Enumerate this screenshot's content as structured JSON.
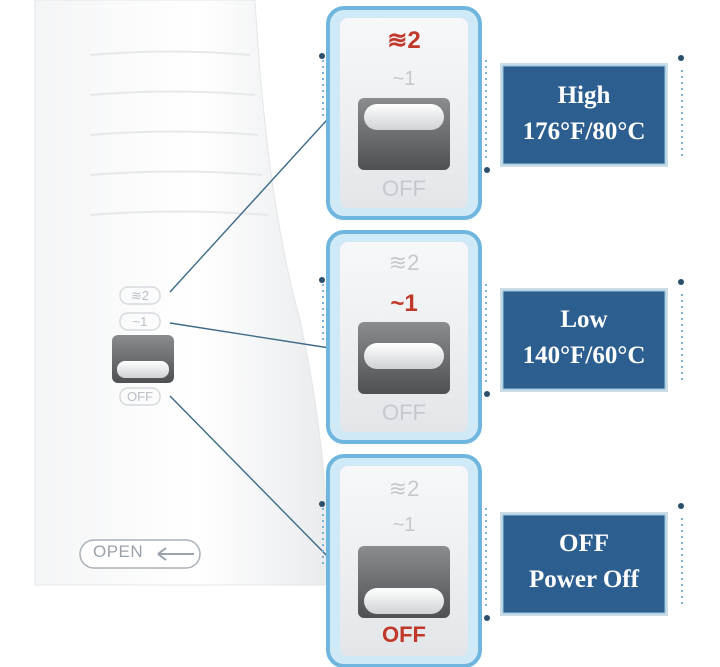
{
  "body_switch": {
    "marks": [
      "≋2",
      "~1",
      "OFF"
    ],
    "open_label": "OPEN"
  },
  "switch_panels": [
    {
      "mark_high": "≋2",
      "mark_low": "~1",
      "mark_off": "OFF",
      "active": "high"
    },
    {
      "mark_high": "≋2",
      "mark_low": "~1",
      "mark_off": "OFF",
      "active": "low"
    },
    {
      "mark_high": "≋2",
      "mark_low": "~1",
      "mark_off": "OFF",
      "active": "off"
    }
  ],
  "info_panels": [
    {
      "line1": "High",
      "line2": "176°F/80°C"
    },
    {
      "line1": "Low",
      "line2": "140°F/60°C"
    },
    {
      "line1": "OFF",
      "line2": "Power Off"
    }
  ],
  "colors": {
    "active_mark": "#c0392b",
    "inactive_mark": "#c5c9cd",
    "panel_fill": "#2c5f8f",
    "panel_glow": "#7fc3e6"
  }
}
